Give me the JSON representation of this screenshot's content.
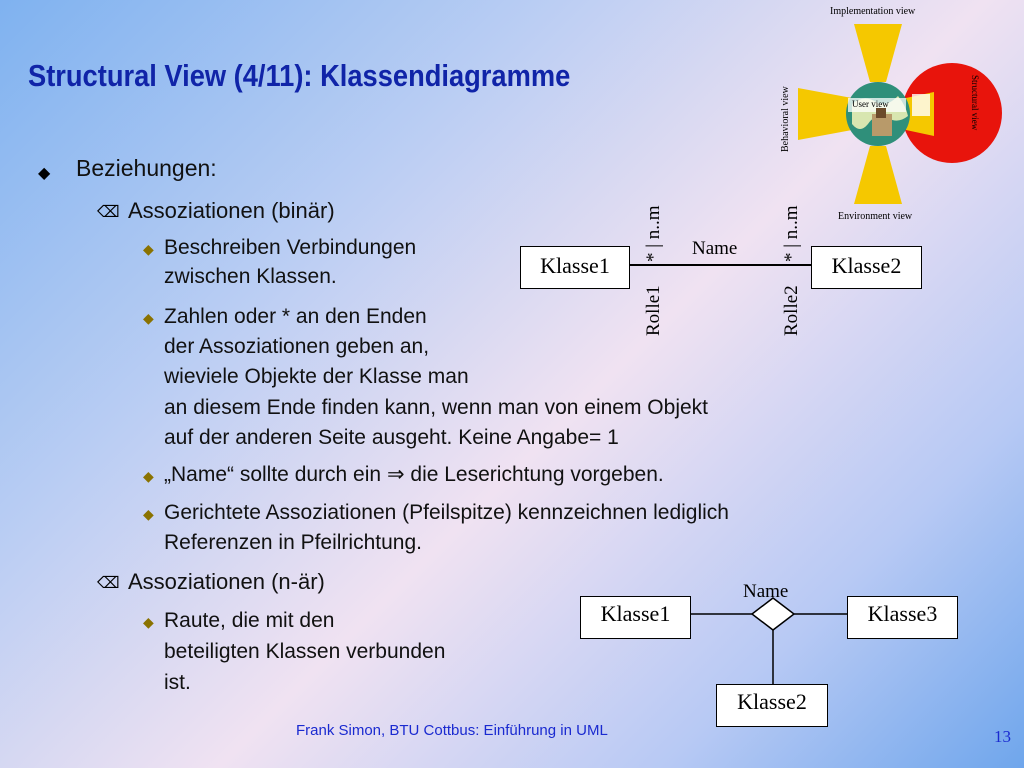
{
  "title": "Structural View (4/11): Klassendiagramme",
  "bullets": {
    "l1": "Beziehungen:",
    "assoc_bin": "Assoziationen (binär)",
    "b1_line1": "Beschreiben Verbindungen",
    "b1_line2": "zwischen Klassen.",
    "b2_line1": "Zahlen oder * an den Enden",
    "b2_line2": "der Assoziationen geben an,",
    "b2_line3": "wieviele Objekte der Klasse man",
    "b2_line4": "an diesem Ende finden kann, wenn man von einem Objekt",
    "b2_line5": "auf der anderen Seite ausgeht. Keine Angabe= 1",
    "b3_pre": "„Name“ sollte durch ein",
    "b3_arrow": "⇒",
    "b3_post": "die Leserichtung vorgeben.",
    "b4_line1": "Gerichtete Assoziationen (Pfeilspitze) kennzeichnen lediglich",
    "b4_line2": "Referenzen in Pfeilrichtung.",
    "assoc_nary": "Assoziationen (n-är)",
    "b5_line1": "Raute, die mit den",
    "b5_line2": "beteiligten Klassen verbunden",
    "b5_line3": "ist."
  },
  "diagram_binary": {
    "class1": "Klasse1",
    "class2": "Klasse2",
    "name": "Name",
    "mult1": "* | n..m",
    "mult2": "* | n..m",
    "role1": "Rolle1",
    "role2": "Rolle2"
  },
  "diagram_nary": {
    "class1": "Klasse1",
    "class2": "Klasse2",
    "class3": "Klasse3",
    "name": "Name"
  },
  "views": {
    "implementation": "Implementation view",
    "behavioral": "Behavioral view",
    "environment": "Environment view",
    "user": "User view",
    "structural": "Structural view"
  },
  "footer": "Frank Simon, BTU Cottbus: Einführung in UML",
  "page_number": "13",
  "colors": {
    "title": "#1024a8",
    "footer": "#1a2ad0",
    "yellow": "#f5c800",
    "red": "#e8140c"
  }
}
